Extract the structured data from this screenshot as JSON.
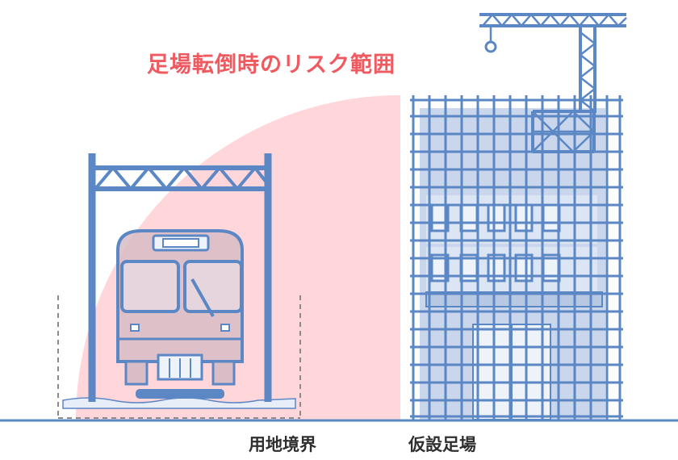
{
  "labels": {
    "risk_title": "足場転倒時のリスク範囲",
    "boundary": "用地境界",
    "scaffold": "仮設足場"
  },
  "train": {
    "destination_sign": ""
  },
  "colors": {
    "risk_zone": "#ffd6d9",
    "risk_title": "#ee5a60",
    "structure_blue": "#5b87c5",
    "building_fill": "#c9d6ec",
    "train_body": "#d8bcc6",
    "boundary_line": "#888888",
    "ground": "#5b87c5",
    "label_text": "#2e2e2e"
  },
  "icons": {
    "crane": "tower-crane-icon",
    "train": "train-front-icon"
  }
}
